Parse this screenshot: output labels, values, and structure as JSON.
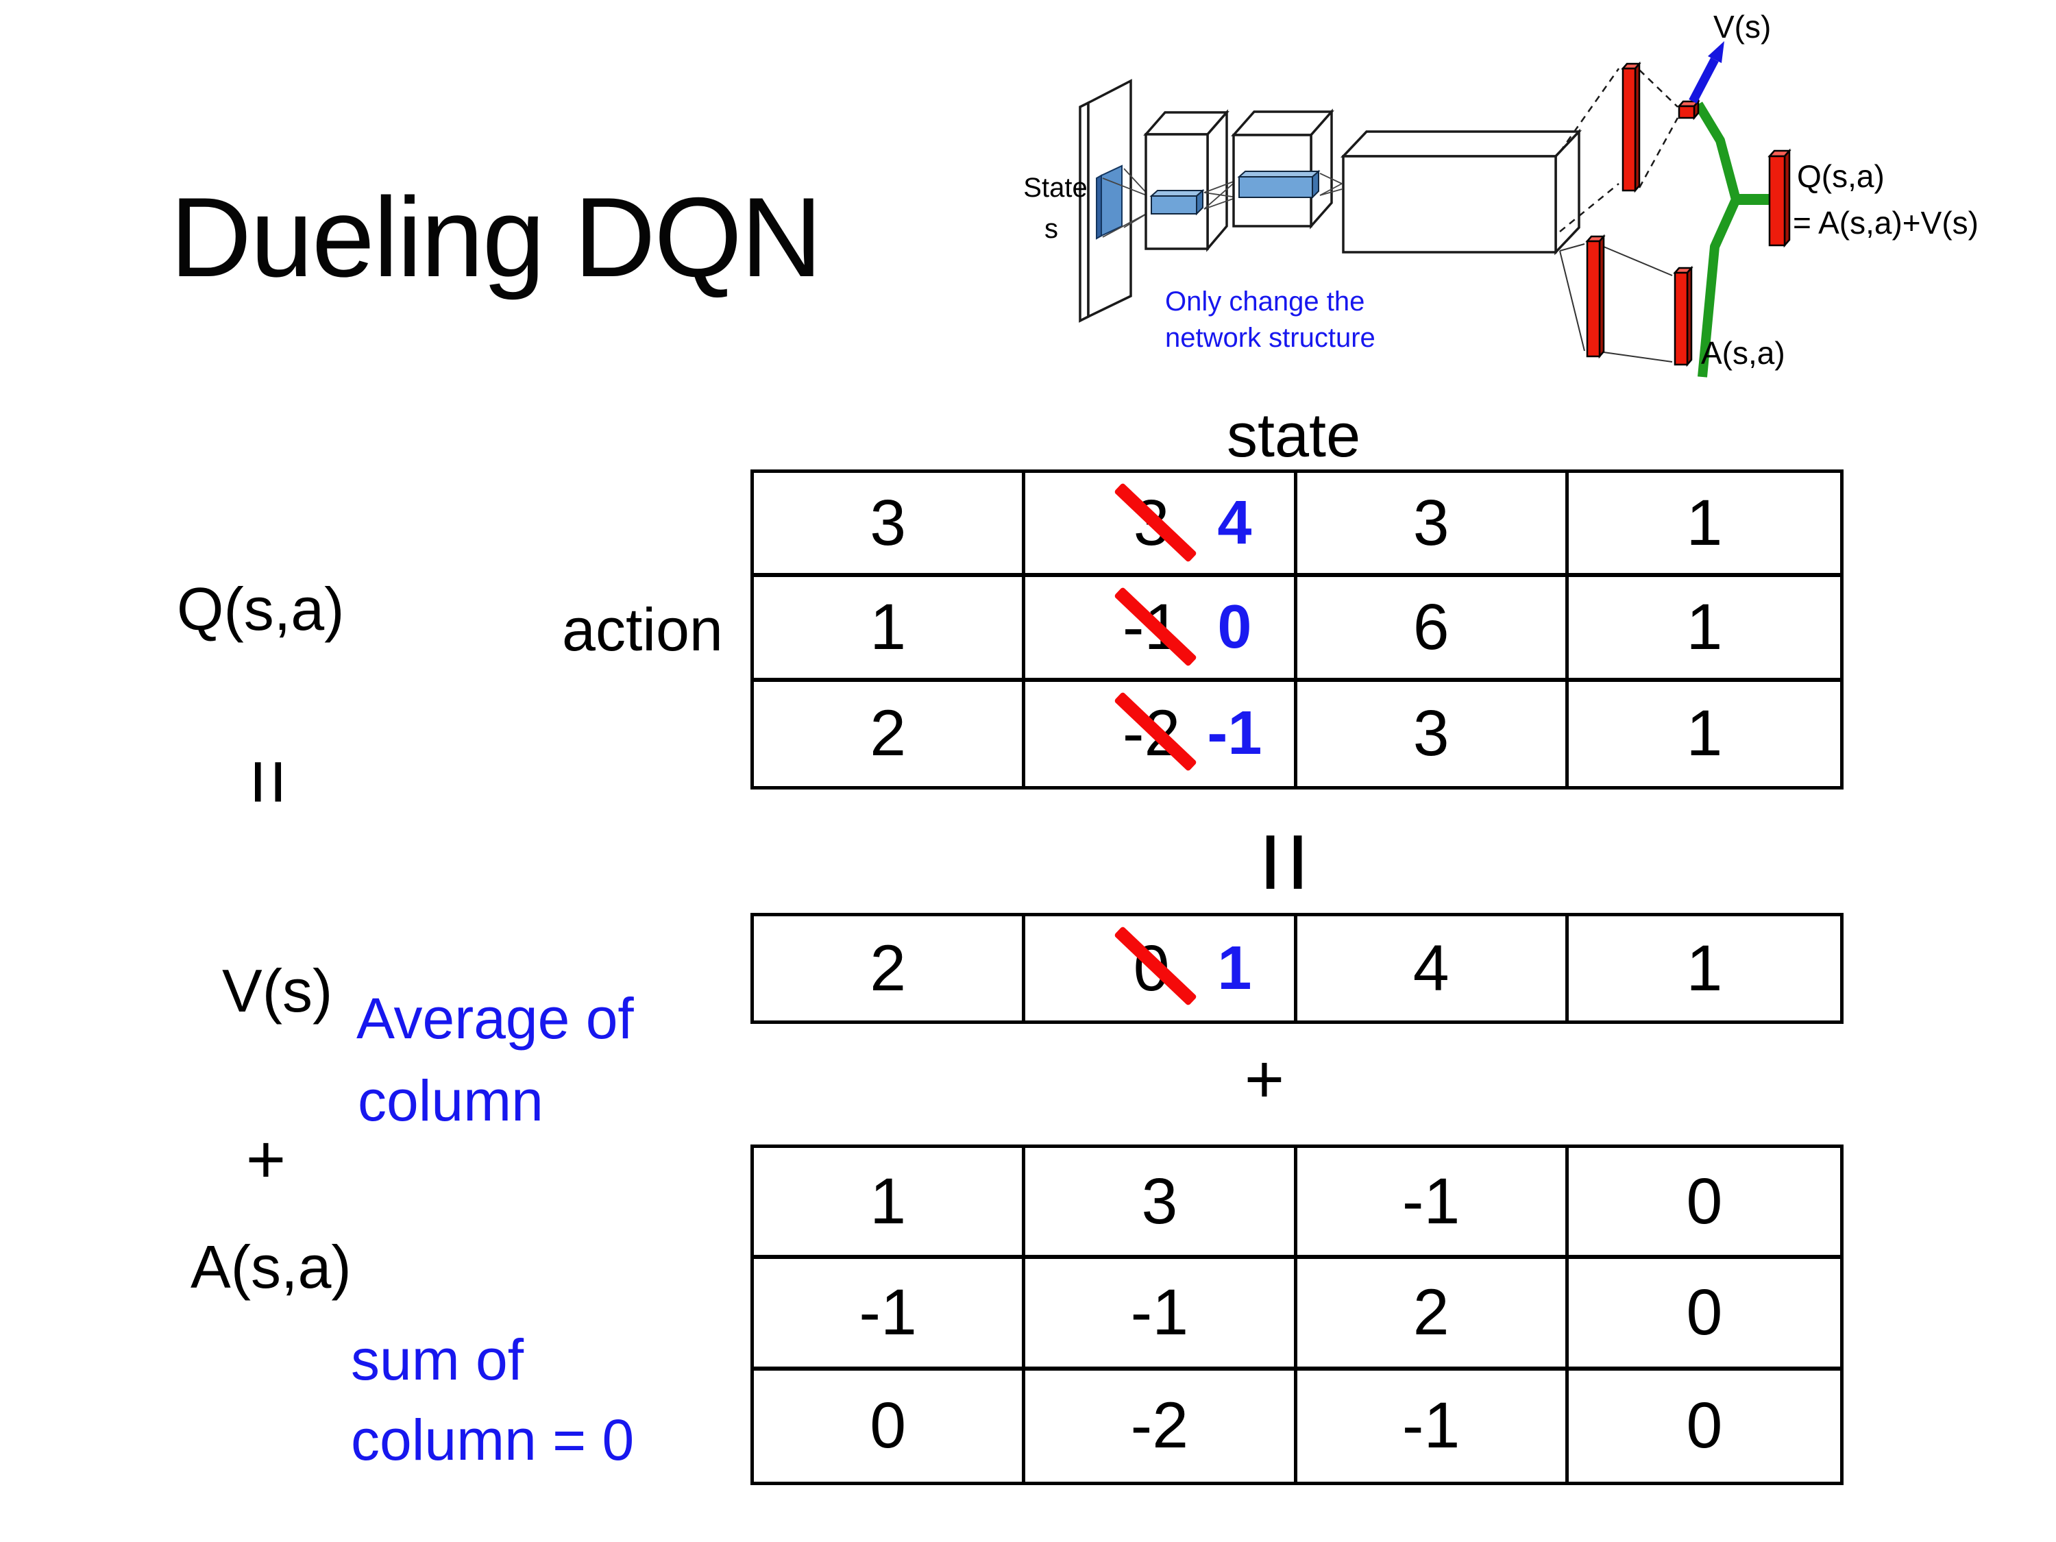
{
  "title": "Dueling DQN",
  "colors": {
    "annotation_blue": "#1717ee",
    "number_blue": "#1a1af0",
    "strike_red": "#f50a0a",
    "bar_red": "#ed1c0c",
    "link_green": "#1f9b1f",
    "filter_blue": "#6fa4d8"
  },
  "network_diagram": {
    "input_label_line1": "State",
    "input_label_line2": "s",
    "note_line1": "Only change the",
    "note_line2": "network structure",
    "value_output_label": "V(s)",
    "advantage_output_label": "A(s,a)",
    "q_output_label_line1": "Q(s,a)",
    "q_output_label_line2": "= A(s,a)+V(s)"
  },
  "decomposition": {
    "q_label": "Q(s,a)",
    "state_header": "state",
    "action_header": "action",
    "equals_left": "=",
    "equals_center": "=",
    "v_label": "V(s)",
    "v_note_line1": "Average of",
    "v_note_line2": "column",
    "plus_left": "+",
    "plus_center": "+",
    "a_label": "A(s,a)",
    "a_note_line1": "sum of",
    "a_note_line2": "column = 0",
    "q_table": {
      "rows": [
        [
          "3",
          {
            "old": "3",
            "new": "4"
          },
          "3",
          "1"
        ],
        [
          "1",
          {
            "old": "-1",
            "new": "0"
          },
          "6",
          "1"
        ],
        [
          "2",
          {
            "old": "-2",
            "new": "-1"
          },
          "3",
          "1"
        ]
      ]
    },
    "v_table": {
      "rows": [
        [
          "2",
          {
            "old": "0",
            "new": "1"
          },
          "4",
          "1"
        ]
      ]
    },
    "a_table": {
      "rows": [
        [
          "1",
          "3",
          "-1",
          "0"
        ],
        [
          "-1",
          "-1",
          "2",
          "0"
        ],
        [
          "0",
          "-2",
          "-1",
          "0"
        ]
      ]
    }
  }
}
